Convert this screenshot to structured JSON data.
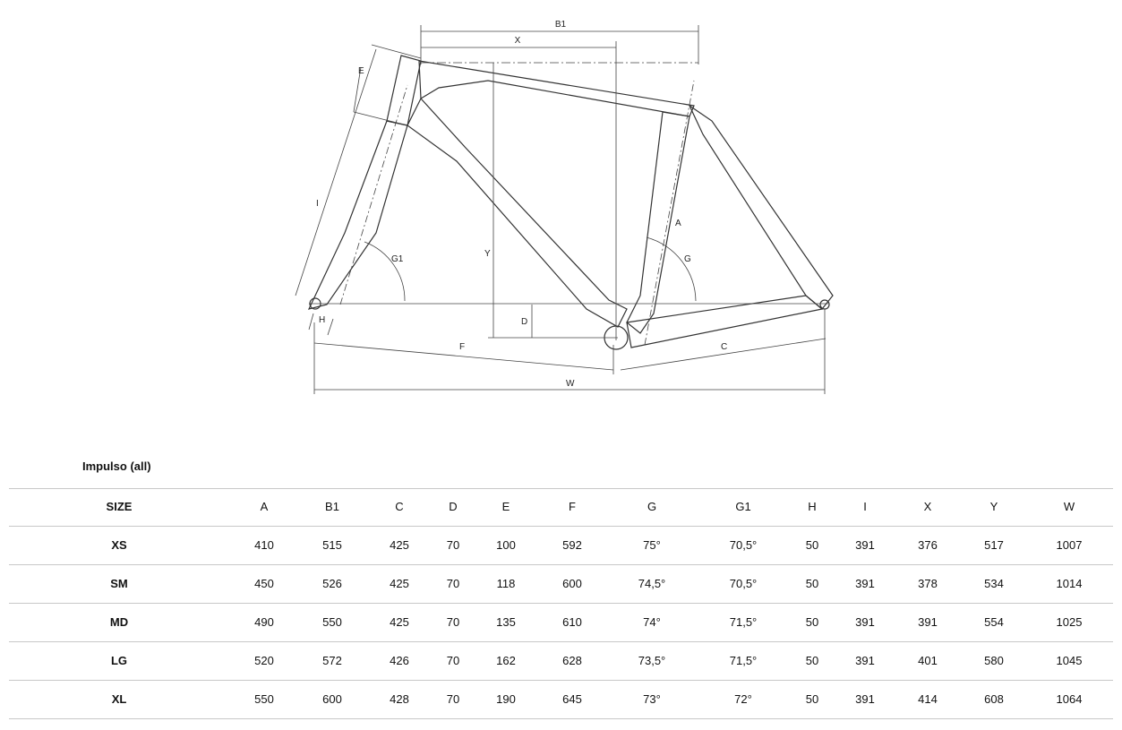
{
  "diagram": {
    "labels": {
      "B1": "B1",
      "X": "X",
      "E": "E",
      "I": "I",
      "G1": "G1",
      "Y": "Y",
      "D": "D",
      "H": "H",
      "F": "F",
      "W": "W",
      "C": "C",
      "A": "A",
      "G": "G"
    }
  },
  "table": {
    "title": "Impulso (all)",
    "headers": [
      "SIZE",
      "A",
      "B1",
      "C",
      "D",
      "E",
      "F",
      "G",
      "G1",
      "H",
      "I",
      "X",
      "Y",
      "W"
    ],
    "rows": [
      [
        "XS",
        "410",
        "515",
        "425",
        "70",
        "100",
        "592",
        "75°",
        "70,5°",
        "50",
        "391",
        "376",
        "517",
        "1007"
      ],
      [
        "SM",
        "450",
        "526",
        "425",
        "70",
        "118",
        "600",
        "74,5°",
        "70,5°",
        "50",
        "391",
        "378",
        "534",
        "1014"
      ],
      [
        "MD",
        "490",
        "550",
        "425",
        "70",
        "135",
        "610",
        "74°",
        "71,5°",
        "50",
        "391",
        "391",
        "554",
        "1025"
      ],
      [
        "LG",
        "520",
        "572",
        "426",
        "70",
        "162",
        "628",
        "73,5°",
        "71,5°",
        "50",
        "391",
        "401",
        "580",
        "1045"
      ],
      [
        "XL",
        "550",
        "600",
        "428",
        "70",
        "190",
        "645",
        "73°",
        "72°",
        "50",
        "391",
        "414",
        "608",
        "1064"
      ]
    ]
  }
}
